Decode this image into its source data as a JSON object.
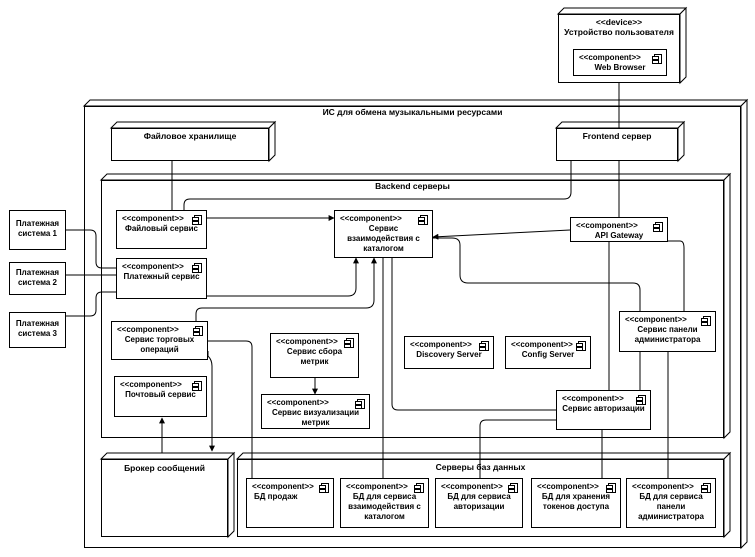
{
  "device": {
    "stereotype": "<<device>>",
    "name": "Устройство пользователя",
    "component": {
      "stereotype": "<<component>>",
      "name": "Web Browser"
    }
  },
  "system": {
    "title": "ИС для обмена музыкальными ресурсами",
    "file_storage": "Файловое хранилище",
    "frontend": "Frontend сервер",
    "backend_title": "Backend серверы",
    "broker": "Брокер сообщений",
    "db_servers_title": "Серверы баз данных"
  },
  "payments": [
    "Платежная система 1",
    "Платежная система 2",
    "Платежная система 3"
  ],
  "components": {
    "stereotype": "<<component>>",
    "file_service": "Файловый сервис",
    "catalog_service": "Сервис взаимодействия с каталогом",
    "api_gateway": "API Gateway",
    "payment_service": "Платежный сервис",
    "trade_service": "Сервис торговых операций",
    "metrics_service": "Сервис сбора метрик",
    "discovery": "Discovery Server",
    "config": "Config Server",
    "admin_service": "Сервис панели администратора",
    "mail_service": "Почтовый сервис",
    "viz_service": "Сервис визуализации метрик",
    "auth_service": "Сервис авторизации"
  },
  "databases": [
    "БД продаж",
    "БД для сервиса взаимодействия с каталогом",
    "БД для сервиса авторизации",
    "БД для хранения токенов доступа",
    "БД для сервиса панели администратора"
  ]
}
